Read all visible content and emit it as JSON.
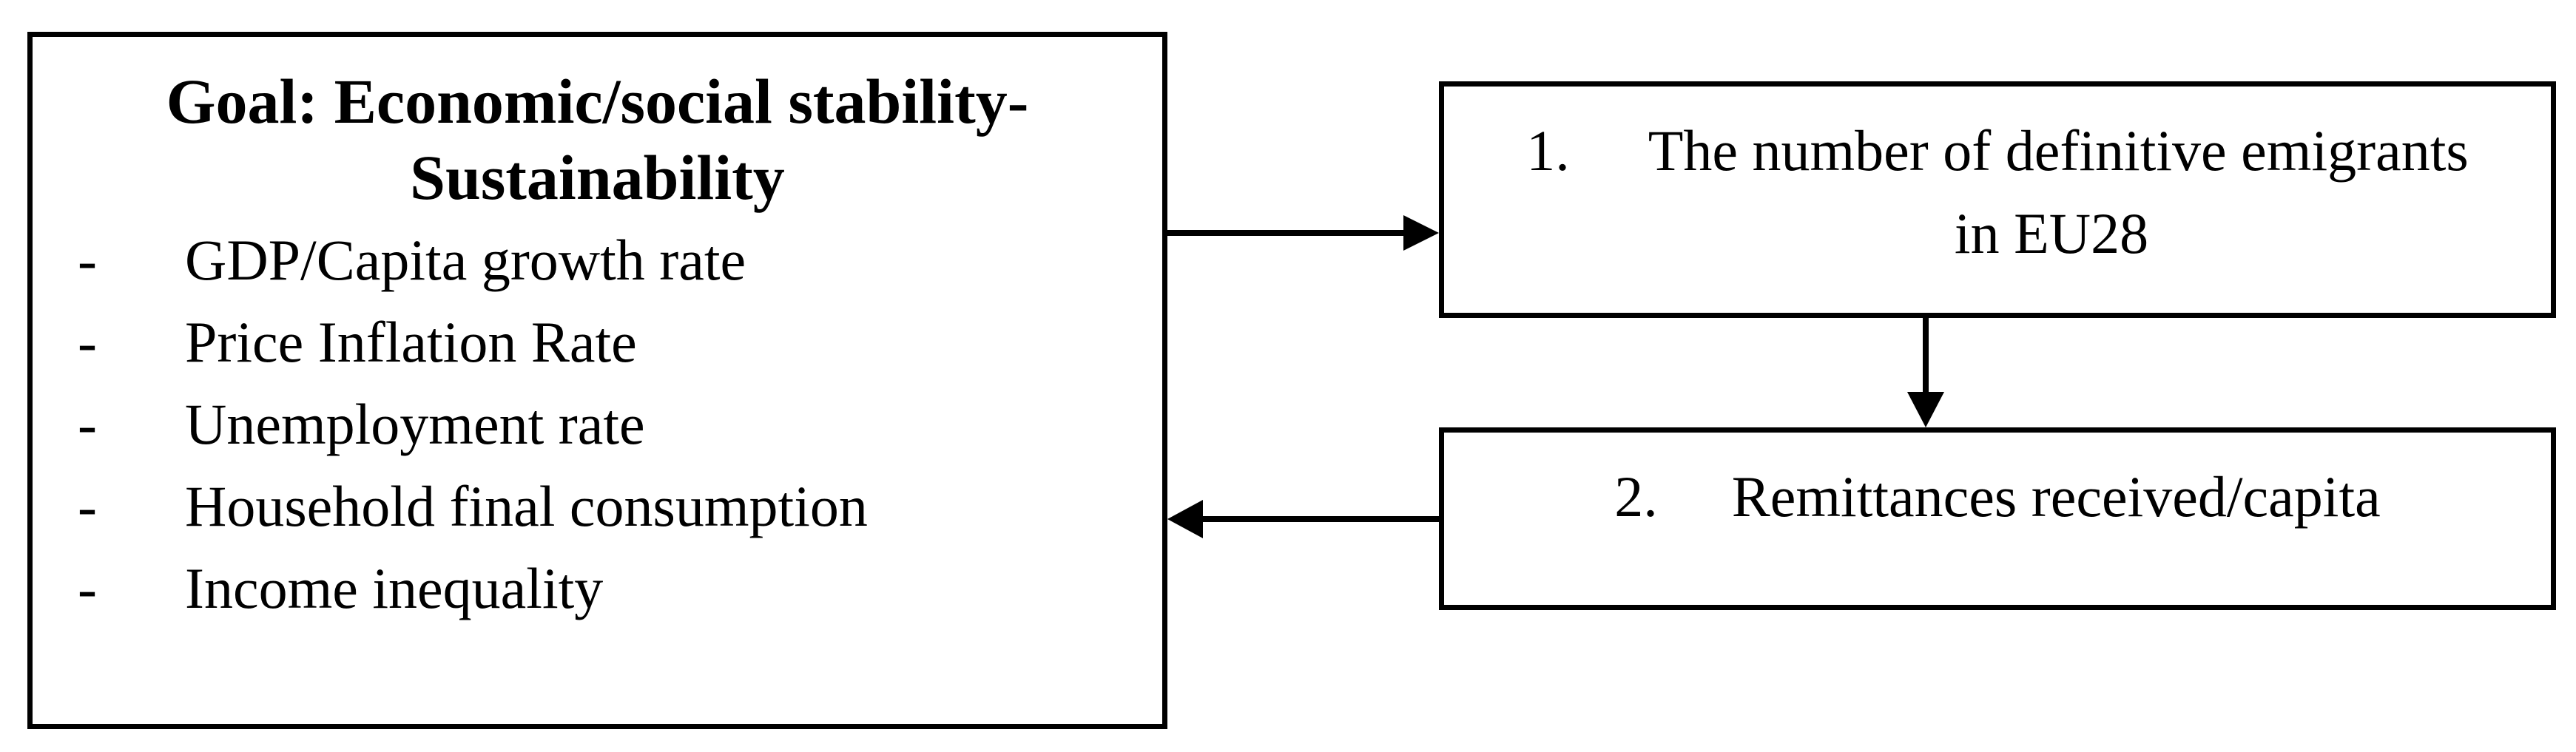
{
  "figure": {
    "goal_box": {
      "title_line1": "Goal: Economic/social stability-",
      "title_line2": "Sustainability",
      "bullet": "-",
      "items": [
        "GDP/Capita growth rate",
        "Price Inflation Rate",
        "Unemployment rate",
        "Household final consumption",
        "Income inequality"
      ]
    },
    "emigrants_box": {
      "number": "1.",
      "title_line1": "The number of definitive emigrants",
      "title_line2": "in EU28"
    },
    "remittances_box": {
      "number": "2.",
      "label": "Remittances received/capita"
    },
    "colors": {
      "background": "#ffffff",
      "border": "#000000",
      "text": "#000000",
      "arrow": "#000000"
    }
  }
}
